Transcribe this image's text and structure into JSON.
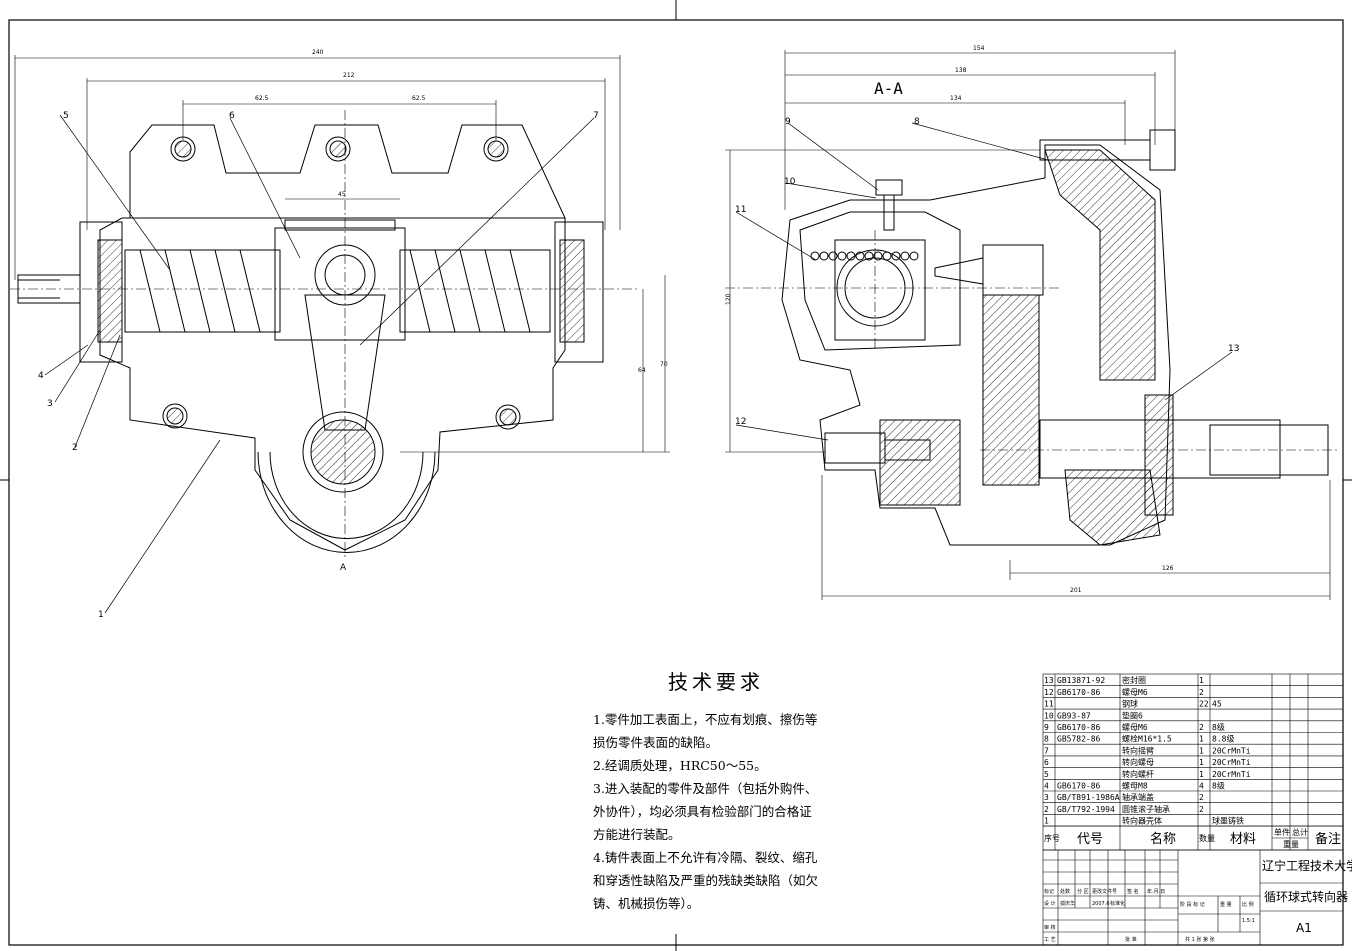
{
  "view_left": {
    "section_marker": "A"
  },
  "view_right": {
    "section_title": "A-A"
  },
  "dimensions_left": [
    "240",
    "212",
    "62.5",
    "62.5",
    "45",
    "64",
    "70"
  ],
  "dimensions_right": [
    "154",
    "138",
    "134",
    "120",
    "126",
    "201"
  ],
  "balloons_left": [
    "5",
    "6",
    "7",
    "4",
    "3",
    "2",
    "1"
  ],
  "balloons_right": [
    "9",
    "8",
    "10",
    "11",
    "13",
    "12"
  ],
  "tech_req": {
    "title": "技术要求",
    "items": [
      "1.零件加工表面上，不应有划痕、擦伤等损伤零件表面的缺陷。",
      "2.经调质处理，HRC50～55。",
      "3.进入装配的零件及部件（包括外购件、外协件），均必须具有检验部门的合格证方能进行装配。",
      "4.铸件表面上不允许有冷隔、裂纹、缩孔和穿透性缺陷及严重的残缺类缺陷（如欠铸、机械损伤等）。"
    ]
  },
  "bom": {
    "rows": [
      {
        "no": "13",
        "code": "GB13871-92",
        "name": "密封圈",
        "qty": "1",
        "material": ""
      },
      {
        "no": "12",
        "code": "GB6170-86",
        "name": "螺母M6",
        "qty": "2",
        "material": ""
      },
      {
        "no": "11",
        "code": "",
        "name": "钢球",
        "qty": "22",
        "material": "45"
      },
      {
        "no": "10",
        "code": "GB93-87",
        "name": "垫圈6",
        "qty": "",
        "material": ""
      },
      {
        "no": "9",
        "code": "GB6170-86",
        "name": "螺母M6",
        "qty": "2",
        "material": "8级"
      },
      {
        "no": "8",
        "code": "GB5782-86",
        "name": "螺栓M16*1.5",
        "qty": "1",
        "material": "8.8级"
      },
      {
        "no": "7",
        "code": "",
        "name": "转向摇臂",
        "qty": "1",
        "material": "20CrMnTi"
      },
      {
        "no": "6",
        "code": "",
        "name": "转向螺母",
        "qty": "1",
        "material": "20CrMnTi"
      },
      {
        "no": "5",
        "code": "",
        "name": "转向螺杆",
        "qty": "1",
        "material": "20CrMnTi"
      },
      {
        "no": "4",
        "code": "GB6170-86",
        "name": "螺母M8",
        "qty": "4",
        "material": "8级"
      },
      {
        "no": "3",
        "code": "GB/T891-1986A",
        "name": "轴承端盖",
        "qty": "2",
        "material": ""
      },
      {
        "no": "2",
        "code": "GB/T792-1994",
        "name": "圆锥滚子轴承",
        "qty": "2",
        "material": ""
      },
      {
        "no": "1",
        "code": "",
        "name": "转向器壳体",
        "qty": "",
        "material": "球墨铸铁"
      }
    ],
    "header": {
      "no": "序号",
      "code": "代号",
      "name": "名称",
      "qty": "数量",
      "material": "材料",
      "unit_weight": "单件",
      "total_weight": "总计",
      "weight": "重量",
      "remark": "备注"
    }
  },
  "title_block": {
    "school": "辽宁工程技术大学",
    "drawing_name": "循环球式转向器",
    "sheet_size": "A1",
    "scale": "1.5:1",
    "labels": {
      "mark": "标记",
      "count": "处数",
      "zone": "分 区",
      "change_doc": "更改文件号",
      "sign": "签 名",
      "date": "年.月.日",
      "design": "设 计",
      "designer": "孤庆华",
      "design_date": "2007.6",
      "standard": "标准化",
      "stage": "阶 段 标 记",
      "weight": "重 量",
      "ratio": "比 例",
      "review": "审 核",
      "process": "工 艺",
      "approve": "批 准",
      "sheets": "共 1  张  第    张"
    }
  }
}
